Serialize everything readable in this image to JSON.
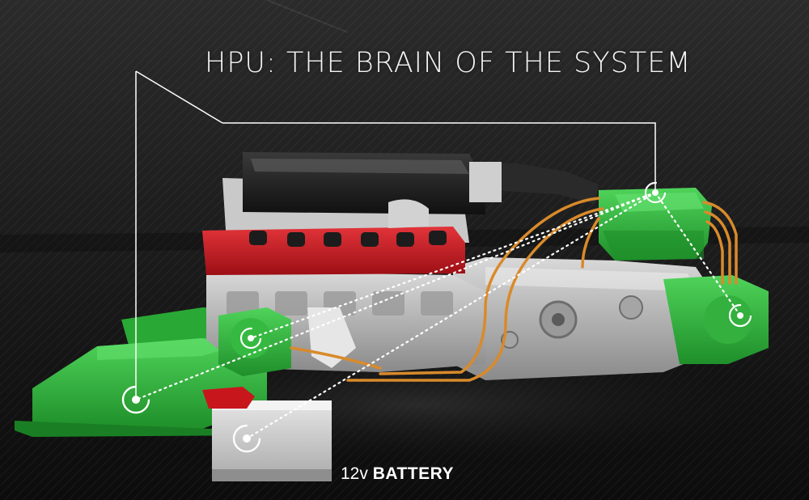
{
  "scene": {
    "title": "HPU: THE BRAIN OF THE SYSTEM",
    "battery_label_prefix": "12v",
    "battery_label_main": "BATTERY",
    "colors": {
      "background": "#151515",
      "hybrid_component_green": "#2fb83a",
      "valve_cover_red": "#c8161d",
      "hydraulic_line_orange": "#d98a2b",
      "callout_line": "#ffffff"
    },
    "icons": [
      "callout-target-icon"
    ]
  }
}
